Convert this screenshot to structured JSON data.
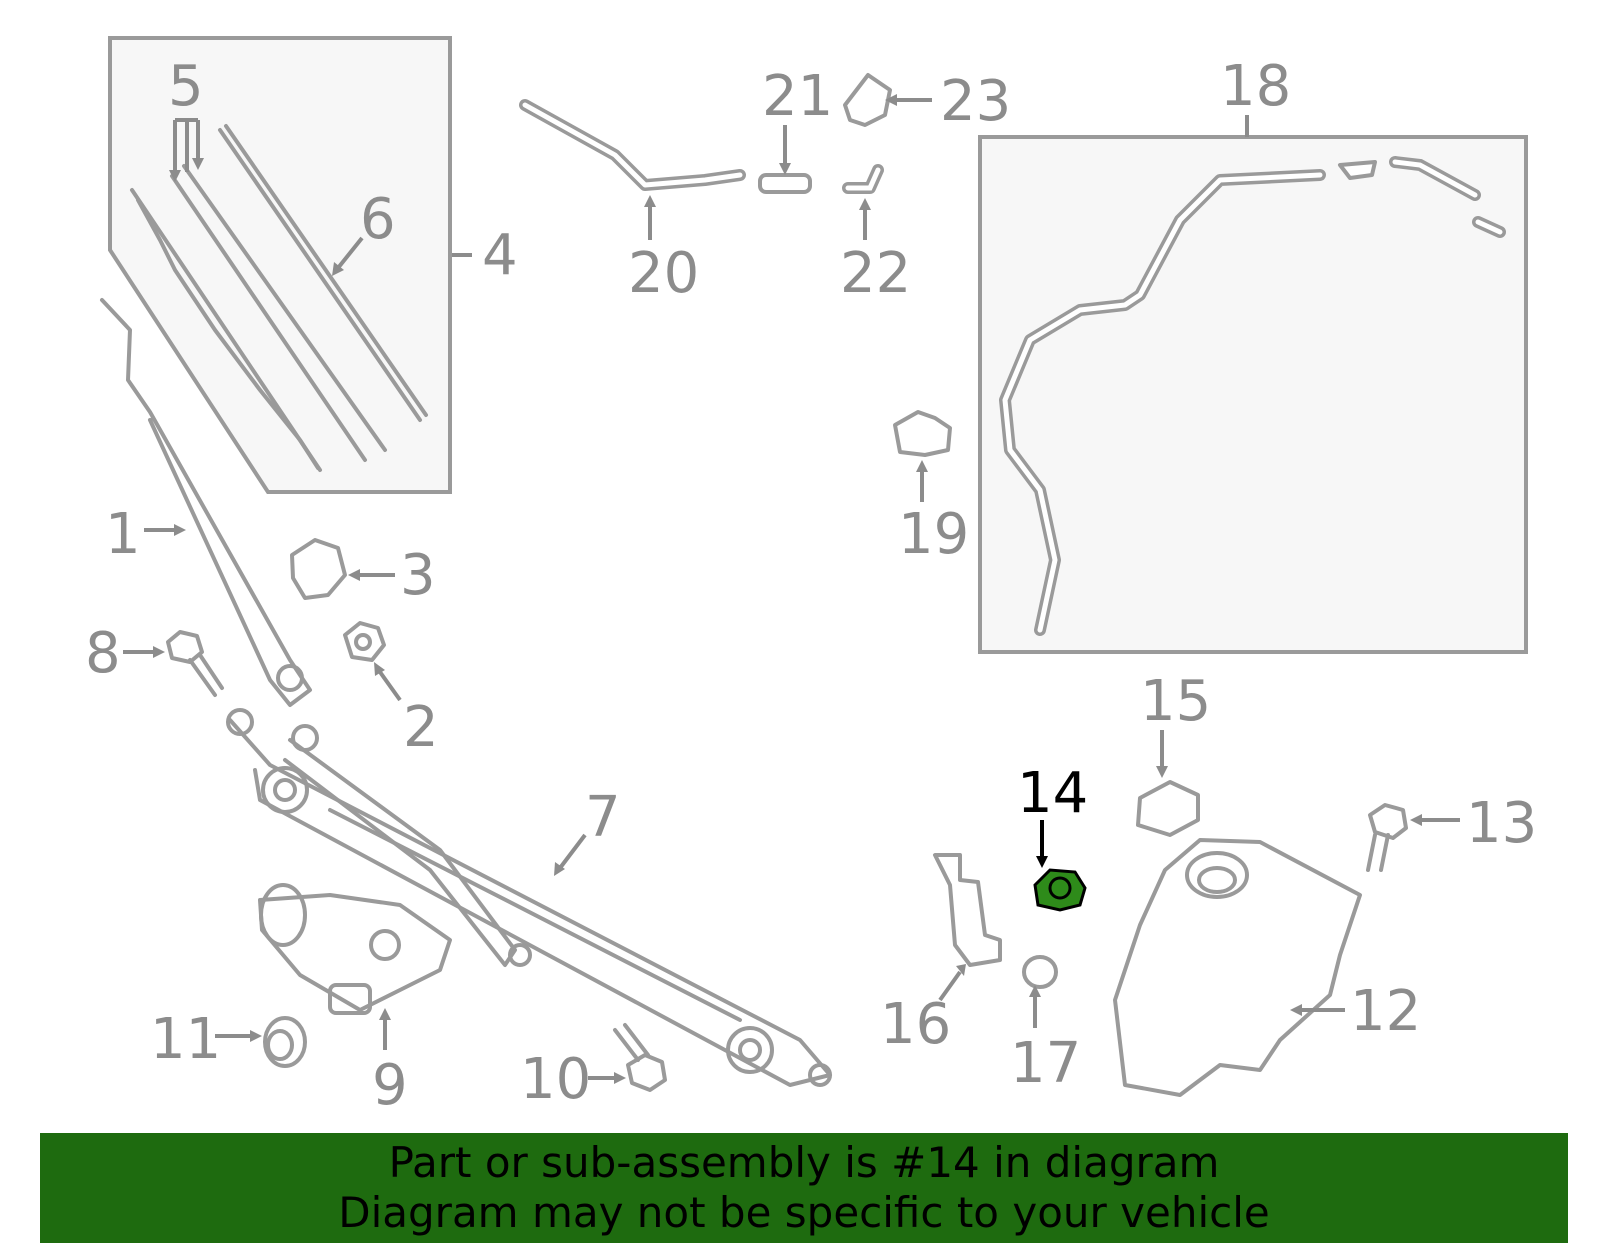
{
  "callouts": {
    "c1": "1",
    "c2": "2",
    "c3": "3",
    "c4": "4",
    "c5": "5",
    "c6": "6",
    "c7": "7",
    "c8": "8",
    "c9": "9",
    "c10": "10",
    "c11": "11",
    "c12": "12",
    "c13": "13",
    "c14": "14",
    "c15": "15",
    "c16": "16",
    "c17": "17",
    "c18": "18",
    "c19": "19",
    "c20": "20",
    "c21": "21",
    "c22": "22",
    "c23": "23"
  },
  "highlight": {
    "part_number": "14",
    "color": "#1e6b0f"
  },
  "banner": {
    "line1": "Part or sub-assembly is #14 in diagram",
    "line2": "Diagram may not be specific to your vehicle",
    "background": "#1e6b0f"
  }
}
